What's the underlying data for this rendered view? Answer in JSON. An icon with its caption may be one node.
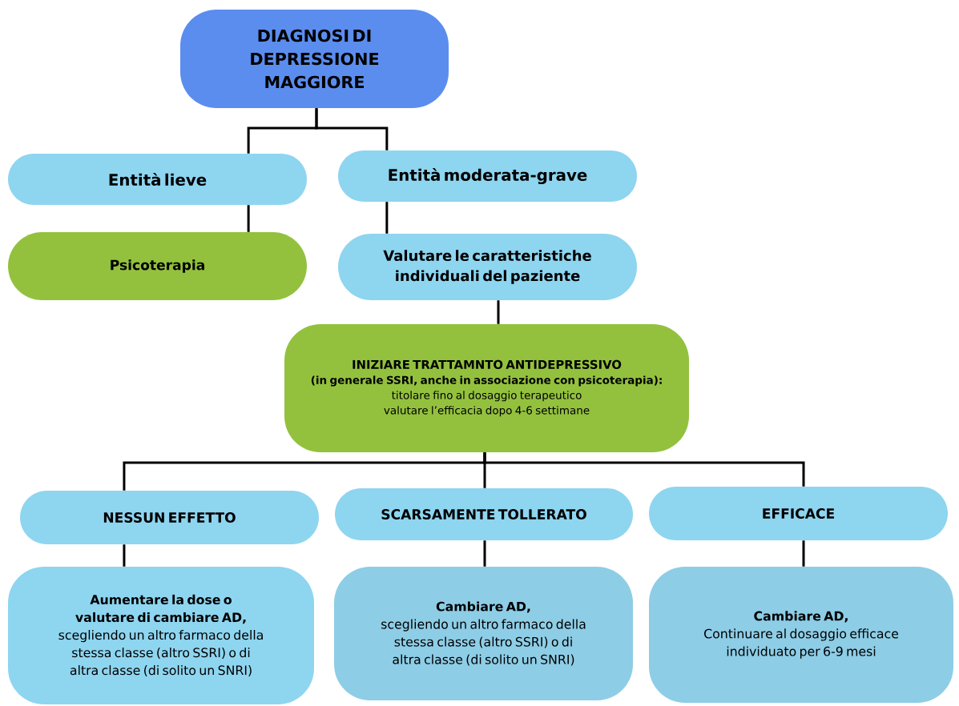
{
  "diagram": {
    "nodes": [
      {
        "text": [
          "DIAGNOSI DI DEPRESSIONE MAGGIORE"
        ]
      },
      {
        "text": [
          "Entità lieve"
        ]
      },
      {
        "text": [
          "Entità moderata-grave"
        ]
      },
      {
        "text": [
          "Psicoterapia"
        ]
      },
      {
        "text": [
          "Valutare le caratteristiche individuali del paziente"
        ]
      },
      {
        "text": [
          "INIZIARE TRATTAMNTO ANTIDEPRESSIVO",
          "(in generale SSRI, anche in associazione con psicoterapia):",
          "titolare fino al dosaggio terapeutico",
          "valutare l’efficacia dopo 4-6 settimane"
        ]
      },
      {
        "text": [
          "NESSUN EFFETTO"
        ]
      },
      {
        "text": [
          "SCARSAMENTE TOLLERATO"
        ]
      },
      {
        "text": [
          "EFFICACE"
        ]
      },
      {
        "text": [
          "Aumentare la dose o valutare di cambiare AD,",
          "scegliendo un altro farmaco della stessa classe (altro SSRI) o di altra classe (di solito un SNRI)"
        ]
      },
      {
        "text": [
          "Cambiare AD,",
          "scegliendo un altro farmaco della stessa classe (altro SSRI) o di altra classe (di solito un SNRI)"
        ]
      },
      {
        "text": [
          "Cambiare AD,",
          "Continuare al dosaggio efficace individuato per 6-9 mesi"
        ]
      }
    ],
    "edges": [
      {
        "from": 0,
        "to": 1,
        "arrow": "none"
      },
      {
        "from": 0,
        "to": 2,
        "arrow": "none"
      },
      {
        "from": 1,
        "to": 3,
        "arrow": "none"
      },
      {
        "from": 2,
        "to": 4,
        "arrow": "none"
      },
      {
        "from": 4,
        "to": 5,
        "arrow": "none"
      },
      {
        "from": 5,
        "to": 6,
        "arrow": "none"
      },
      {
        "from": 5,
        "to": 7,
        "arrow": "none"
      },
      {
        "from": 5,
        "to": 8,
        "arrow": "none"
      },
      {
        "from": 6,
        "to": 9,
        "arrow": "none"
      },
      {
        "from": 7,
        "to": 10,
        "arrow": "none"
      },
      {
        "from": 8,
        "to": 11,
        "arrow": "none"
      }
    ]
  }
}
